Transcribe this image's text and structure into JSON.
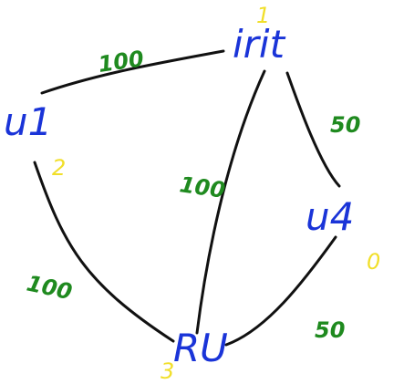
{
  "colors": {
    "edge": "#111111",
    "node_label": "#1a34d8",
    "node_value": "#f1df2a",
    "weight": "#1f8a1f"
  },
  "graph": {
    "nodes": {
      "irit": {
        "label": "irit",
        "value": "1"
      },
      "u1": {
        "label": "u1",
        "value": "2"
      },
      "u4": {
        "label": "u4",
        "value": "0"
      },
      "ru": {
        "label": "RU",
        "value": "3"
      }
    },
    "edges": {
      "irit_u1": {
        "weight": "100"
      },
      "irit_ru": {
        "weight": "100"
      },
      "irit_u4": {
        "weight": "50"
      },
      "u1_ru": {
        "weight": "100"
      },
      "u4_ru": {
        "weight": "50"
      }
    }
  }
}
